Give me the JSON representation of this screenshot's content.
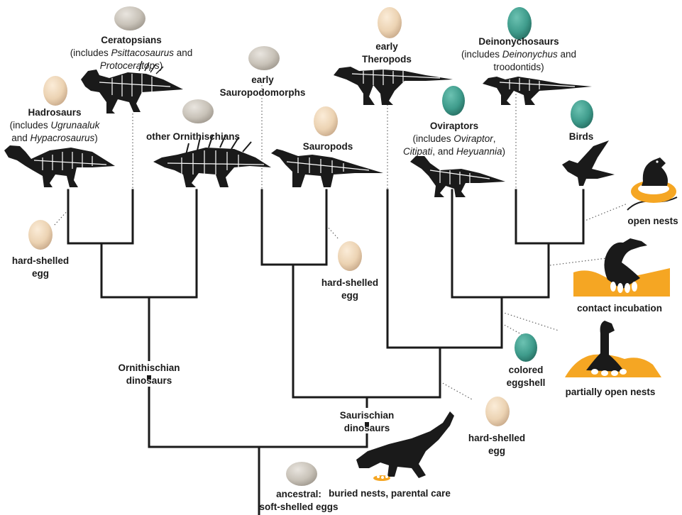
{
  "colors": {
    "branch": "#1a1a1a",
    "pale_egg": "#ecd3b3",
    "pale_egg_shade": "#c6a788",
    "soft_egg": "#c8c2b8",
    "soft_egg_shade": "#9d968c",
    "blue_green_egg": "#3f9c8c",
    "blue_green_egg_shade": "#256c60",
    "nest_ground": "#f5a623",
    "silhouette": "#1a1a1a"
  },
  "icons": [
    "egg-icon",
    "dinosaur-skeleton-icon",
    "bird-silhouette-icon",
    "nest-icon",
    "tyrannosaur-silhouette-icon"
  ],
  "taxa": {
    "hadrosaurs": {
      "title": "Hadrosaurs",
      "line1_pre": "(includes ",
      "line1_it": "Ugrunaaluk",
      "line2_pre": "and ",
      "line2_it": "Hypacrosaurus",
      "line2_post": ")",
      "egg": "pale"
    },
    "ceratopsians": {
      "title": "Ceratopsians",
      "line1_pre": "(includes ",
      "line1_it": "Psittacosaurus",
      "line1_post": " and",
      "line2_it": "Protoceratops",
      "line2_post": ")",
      "egg": "soft"
    },
    "other_ornithischians": {
      "title": "other Ornithischians",
      "egg": "soft"
    },
    "early_sauropodomorphs": {
      "line1": "early",
      "line2": "Sauropodomorphs",
      "egg": "soft"
    },
    "sauropods": {
      "title": "Sauropods",
      "egg": "pale"
    },
    "early_theropods": {
      "line1": "early",
      "line2": "Theropods",
      "egg": "pale"
    },
    "oviraptors": {
      "title": "Oviraptors",
      "line1_pre": "(includes ",
      "line1_it": "Oviraptor",
      "line1_post": ",",
      "line2_it_a": "Citipati",
      "line2_mid": ", and ",
      "line2_it_b": "Heyuannia",
      "line2_post": ")",
      "egg": "blue-green"
    },
    "deinonychosaurs": {
      "title": "Deinonychosaurs",
      "line1_pre": "(includes ",
      "line1_it": "Deinonychus",
      "line1_post": " and",
      "line2": "troodontids)",
      "egg": "blue-green"
    },
    "birds": {
      "title": "Birds",
      "egg": "blue-green"
    }
  },
  "clades": {
    "ornithischian": {
      "line1": "Ornithischian",
      "line2": "dinosaurs"
    },
    "saurischian": {
      "line1": "Saurischian",
      "line2": "dinosaurs"
    }
  },
  "traits": {
    "ornithischian_egg": {
      "line1": "hard-shelled",
      "line2": "egg"
    },
    "sauropod_egg": {
      "line1": "hard-shelled",
      "line2": "egg"
    },
    "theropod_egg": {
      "line1": "hard-shelled",
      "line2": "egg"
    },
    "colored": {
      "line1": "colored",
      "line2": "eggshell"
    },
    "open_nests": "open nests",
    "contact_incubation": "contact incubation",
    "partially_open_nests": "partially open nests",
    "buried_nests": "buried nests, parental care",
    "ancestral": {
      "line1": "ancestral:",
      "line2": "soft-shelled eggs"
    }
  }
}
